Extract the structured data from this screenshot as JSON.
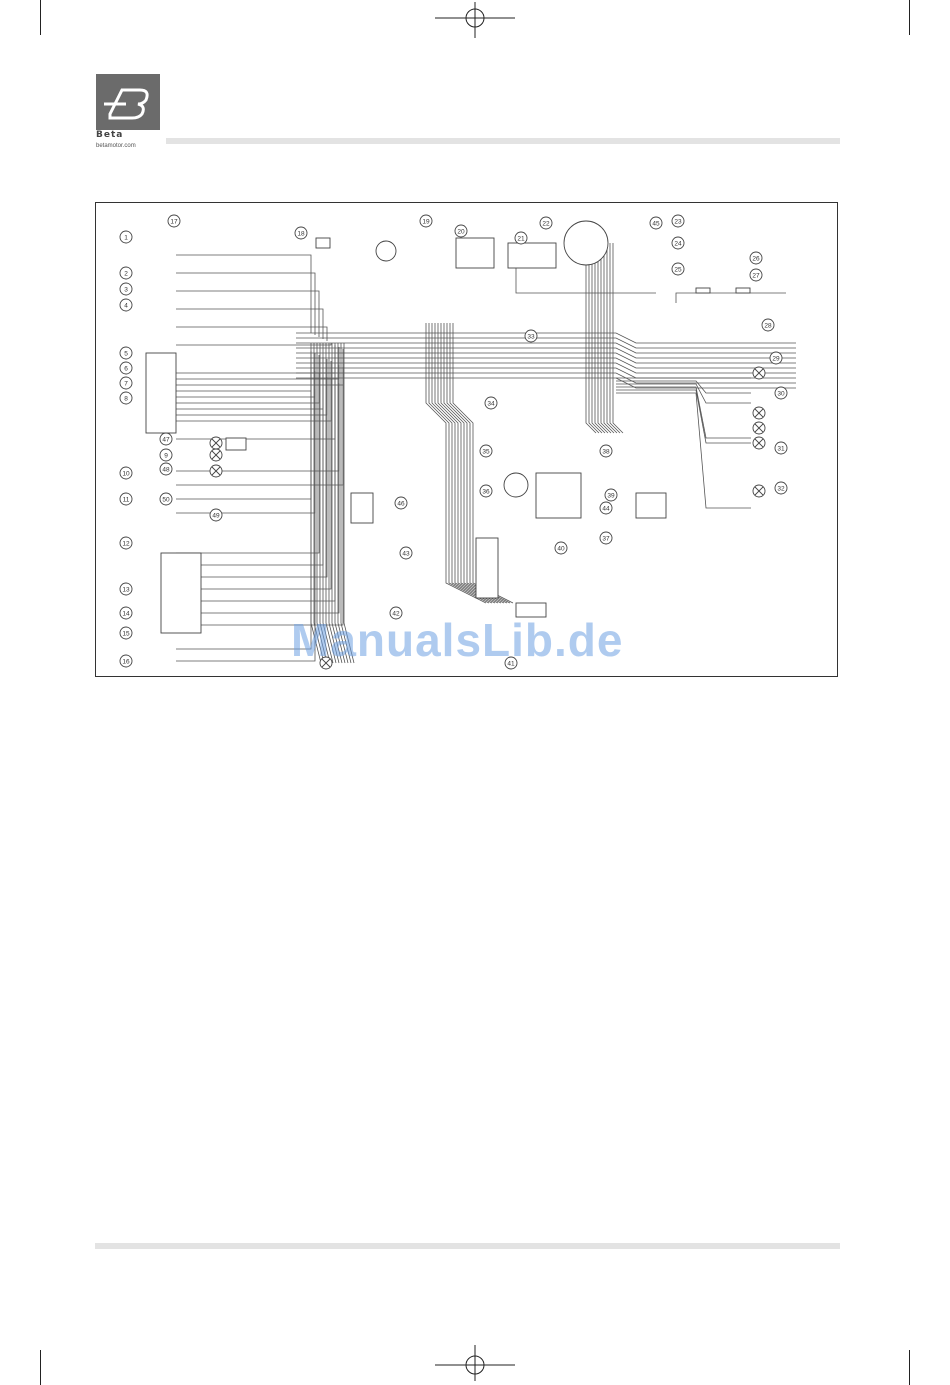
{
  "brand": {
    "logo_text": "Beta",
    "url_text": "betamotor.com"
  },
  "watermark": {
    "text": "ManualsLib.de"
  },
  "diagram": {
    "callouts": [
      "1",
      "2",
      "3",
      "4",
      "5",
      "6",
      "7",
      "8",
      "9",
      "10",
      "11",
      "12",
      "13",
      "14",
      "15",
      "16",
      "17",
      "18",
      "19",
      "20",
      "21",
      "22",
      "23",
      "24",
      "25",
      "26",
      "27",
      "28",
      "29",
      "30",
      "31",
      "32",
      "33",
      "34",
      "35",
      "36",
      "37",
      "38",
      "39",
      "40",
      "41",
      "42",
      "43",
      "44",
      "45",
      "46",
      "47",
      "48",
      "49",
      "50"
    ]
  }
}
